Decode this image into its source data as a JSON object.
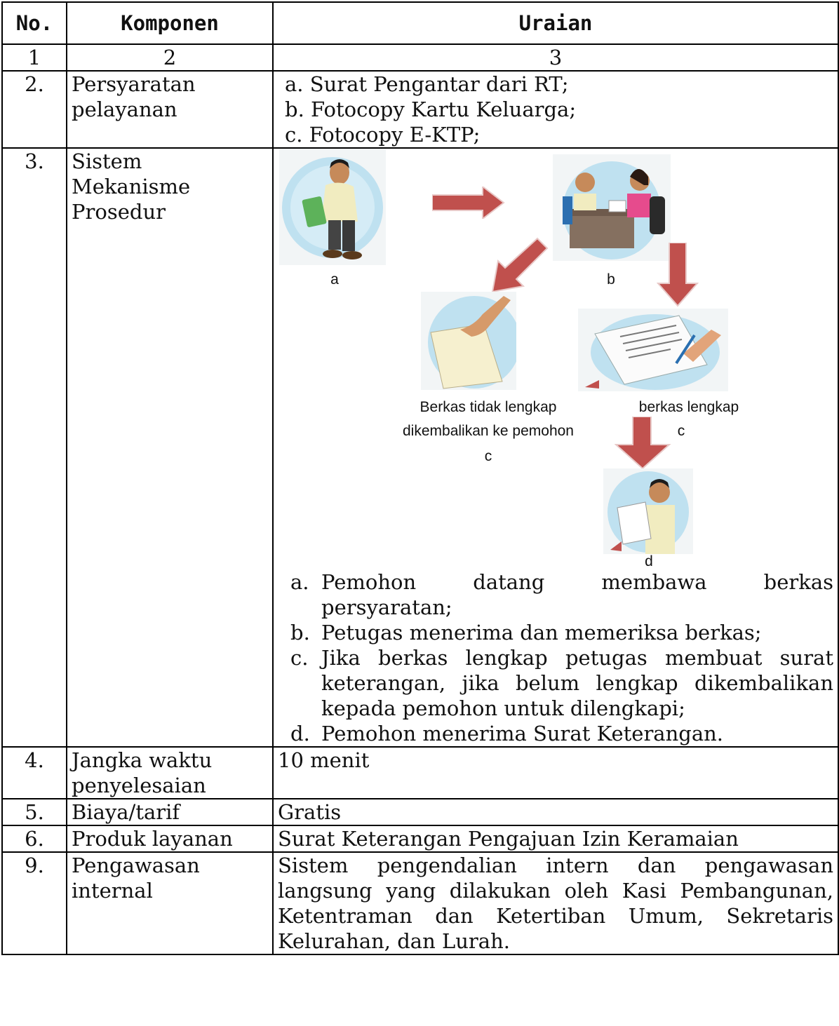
{
  "header": {
    "no": "No.",
    "komponen": "Komponen",
    "uraian": "Uraian"
  },
  "index_row": {
    "c1": "1",
    "c2": "2",
    "c3": "3"
  },
  "rows": [
    {
      "no": "2.",
      "komponen": "Persyaratan pelayanan",
      "items": [
        "a. Surat Pengantar dari RT;",
        "b. Fotocopy Kartu Keluarga;",
        "c. Fotocopy E-KTP;"
      ]
    },
    {
      "no": "3.",
      "komponen_lines": [
        "Sistem",
        "Mekanisme",
        "Prosedur"
      ]
    },
    {
      "no": "4.",
      "komponen": "Jangka waktu penyelesaian",
      "uraian": "10 menit"
    },
    {
      "no": "5.",
      "komponen": "Biaya/tarif",
      "uraian": "Gratis"
    },
    {
      "no": "6.",
      "komponen": "Produk layanan",
      "uraian": "Surat Keterangan Pengajuan Izin Keramaian"
    },
    {
      "no": "9.",
      "komponen": "Pengawasan internal",
      "uraian": "Sistem pengendalian intern dan pengawasan langsung yang dilakukan oleh Kasi Pembangunan, Ketentraman dan Ketertiban Umum, Sekretaris Kelurahan, dan Lurah."
    }
  ],
  "flow": {
    "label_a": "a",
    "label_b": "b",
    "label_reject_1": "Berkas tidak lengkap",
    "label_reject_2": "dikembalikan ke pemohon",
    "label_reject_3": "c",
    "label_complete_1": "berkas lengkap",
    "label_complete_2": "c",
    "label_d": "d",
    "arrow_color": "#c0504d"
  },
  "steps": [
    {
      "letter": "a.",
      "text": "Pemohon datang membawa berkas persyaratan;"
    },
    {
      "letter": "b.",
      "text": "Petugas menerima dan memeriksa berkas;"
    },
    {
      "letter": "c.",
      "text": "Jika berkas lengkap petugas membuat surat keterangan, jika belum lengkap dikembalikan kepada pemohon untuk dilengkapi;"
    },
    {
      "letter": "d.",
      "text": "Pemohon menerima Surat Keterangan."
    }
  ]
}
